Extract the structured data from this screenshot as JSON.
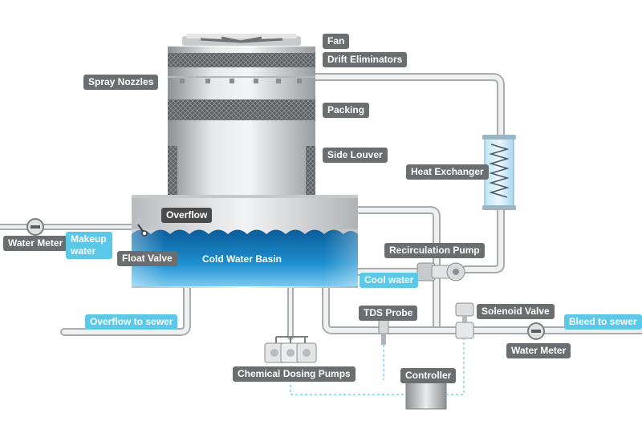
{
  "labels": {
    "fan": "Fan",
    "drift_eliminators": "Drift Eliminators",
    "spray_nozzles": "Spray Nozzles",
    "packing": "Packing",
    "side_louver": "Side Louver",
    "heat_exchanger": "Heat Exchanger",
    "overflow": "Overflow",
    "water_meter_left": "Water Meter",
    "makeup_water": "Makeup water",
    "float_valve": "Float Valve",
    "cold_water_basin": "Cold Water Basin",
    "recirculation_pump": "Recirculation Pump",
    "cool_water": "Cool water",
    "overflow_to_sewer": "Overflow to sewer",
    "tds_probe": "TDS Probe",
    "solenoid_valve": "Solenoid Valve",
    "bleed_to_sewer": "Bleed to sewer",
    "water_meter_right": "Water Meter",
    "chemical_dosing_pumps": "Chemical Dosing Pumps",
    "controller": "Controller"
  },
  "colors": {
    "label_gray": "#6b6e71",
    "label_dark": "#4a4a4a",
    "label_blue": "#5bc8e8",
    "water": "#1e8fd0",
    "pipe": "#dadcde",
    "pipe_edge": "#a9acaf",
    "signal_line": "#5bc8e8"
  }
}
